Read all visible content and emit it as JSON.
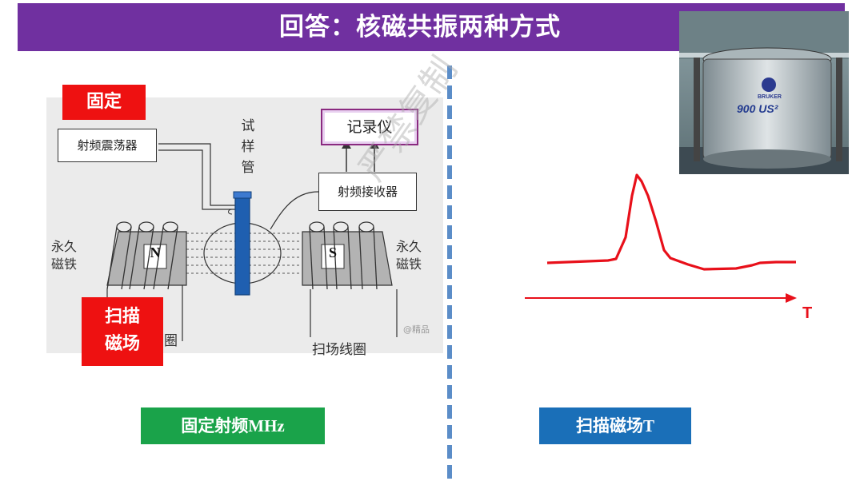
{
  "title": "回答：核磁共振两种方式",
  "left_diagram": {
    "fixed_label": "固定",
    "scan_field_label": "扫描\n磁场",
    "oscillator": "射频震荡器",
    "recorder": "记录仪",
    "receiver": "射频接收器",
    "sample_tube": "试\n样\n管",
    "magnet_left_label": "永久\n磁铁",
    "magnet_right_label": "永久\n磁铁",
    "pole_n": "N",
    "pole_s": "S",
    "scan_coil": "扫场线圈",
    "partial_coil": "圈",
    "source_mark": "@精品"
  },
  "bottom_left_badge": "固定射频MHz",
  "bottom_right_badge": "扫描磁场T",
  "spectrum": {
    "axis_label": "T"
  },
  "photo": {
    "brand": "BRUKER",
    "model": "900 US²"
  },
  "watermark": "严禁复制",
  "colors": {
    "title_bg": "#7030a0",
    "red_label": "#ee1111",
    "green_badge": "#1aa34a",
    "blue_badge": "#1a6fb8",
    "divider": "#5b8dc8",
    "spectrum": "#e8101a"
  }
}
